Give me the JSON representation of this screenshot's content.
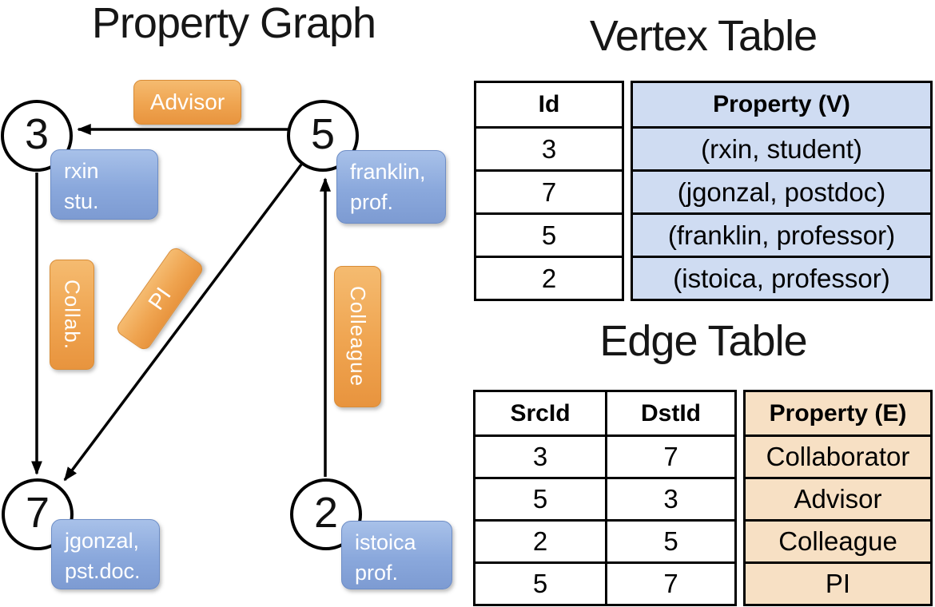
{
  "colors": {
    "orange_box": "#efa450",
    "orange_border": "#d98c36",
    "blue_box": "#8aa8dc",
    "blue_border": "#6d8dc6",
    "vertex_cell_bg": "#cfdcf2",
    "edge_cell_bg": "#f7e0c4",
    "line_color": "#000000"
  },
  "graph": {
    "title": "Property Graph",
    "nodes": [
      {
        "id": "3",
        "line1": "rxin",
        "line2": "stu."
      },
      {
        "id": "5",
        "line1": "franklin,",
        "line2": "prof."
      },
      {
        "id": "7",
        "line1": "jgonzal,",
        "line2": "pst.doc."
      },
      {
        "id": "2",
        "line1": "istoica",
        "line2": "prof."
      }
    ],
    "edge_labels": {
      "advisor": "Advisor",
      "collab": "Collab.",
      "pi": "PI",
      "colleague": "Colleague"
    }
  },
  "vertex_table": {
    "title": "Vertex Table",
    "col_id": "Id",
    "col_property": "Property (V)",
    "rows": [
      [
        "3",
        "(rxin, student)"
      ],
      [
        "7",
        "(jgonzal, postdoc)"
      ],
      [
        "5",
        "(franklin, professor)"
      ],
      [
        "2",
        "(istoica, professor)"
      ]
    ]
  },
  "edge_table": {
    "title": "Edge Table",
    "col_src": "SrcId",
    "col_dst": "DstId",
    "col_property": "Property (E)",
    "rows": [
      [
        "3",
        "7",
        "Collaborator"
      ],
      [
        "5",
        "3",
        "Advisor"
      ],
      [
        "2",
        "5",
        "Colleague"
      ],
      [
        "5",
        "7",
        "PI"
      ]
    ]
  }
}
